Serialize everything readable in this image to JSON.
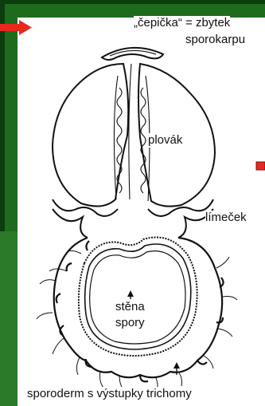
{
  "labels": {
    "cap": "„čepička“ = zbytek",
    "cap_line2": "sporokarpu",
    "float": "plovák",
    "collar": "límeček",
    "wall_line1": "stěna",
    "wall_line2": "spory",
    "sporoderm": "sporoderm s výstupky trichomy"
  },
  "colors": {
    "frame_green": "#1e6b1e",
    "frame_dark": "#0c3d0c",
    "arrow_red": "#e8281e",
    "ink": "#111111"
  }
}
